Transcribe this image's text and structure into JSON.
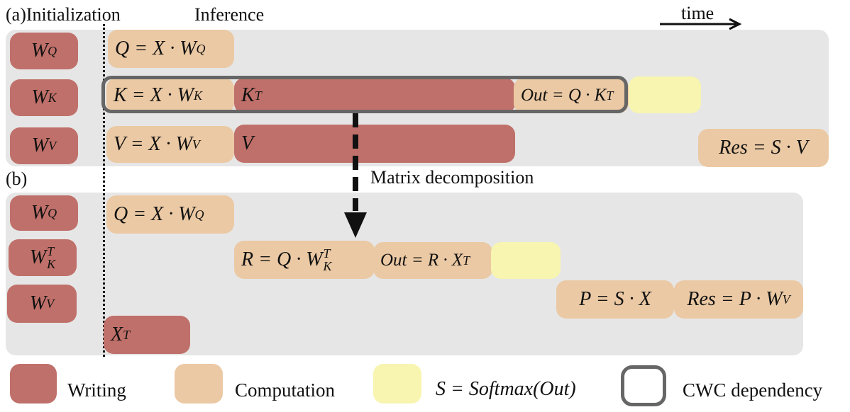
{
  "headers": {
    "a_label": "(a)Initialization",
    "inference": "Inference",
    "time": "time",
    "b_label": "(b)",
    "matrix_decomposition": "Matrix decomposition"
  },
  "weights_a": {
    "wq": {
      "base": "W",
      "sub": "Q"
    },
    "wk": {
      "base": "W",
      "sub": "K"
    },
    "wv": {
      "base": "W",
      "sub": "V"
    }
  },
  "ops_a": {
    "q_eq": {
      "lhs": "Q = X · W",
      "sub": "Q"
    },
    "k_eq": {
      "lhs": "K = X · W",
      "sub": "K"
    },
    "kt": {
      "base": "K",
      "sup": "T"
    },
    "out_eq": {
      "lhs": "Out = Q · K",
      "sup": "T"
    },
    "v_eq": {
      "lhs": "V = X · W",
      "sub": "V"
    },
    "v": "V",
    "res_eq": "Res = S · V"
  },
  "weights_b": {
    "wq": {
      "base": "W",
      "sub": "Q"
    },
    "wkt": {
      "base": "W",
      "sup": "T",
      "sub": "K"
    },
    "wv": {
      "base": "W",
      "sub": "V"
    }
  },
  "ops_b": {
    "q_eq": {
      "lhs": "Q = X · W",
      "sub": "Q"
    },
    "r_eq": {
      "lhs": "R = Q · W",
      "sup": "T",
      "sub": "K"
    },
    "out_eq": {
      "lhs": "Out = R · X",
      "sup": "T"
    },
    "p_eq": "P = S · X",
    "res_eq": {
      "lhs": "Res = P · W",
      "sub": "V"
    },
    "xt": {
      "base": "X",
      "sup": "T"
    }
  },
  "legend": {
    "writing": "Writing",
    "computation": "Computation",
    "softmax": "S = Softmax(Out)",
    "cwc": "CWC dependency"
  },
  "colors": {
    "writing": "#c0706a",
    "computation": "#ebc9a4",
    "softmax": "#f7f5b0",
    "panel": "#e6e6e6",
    "cwc_border": "#666666"
  }
}
